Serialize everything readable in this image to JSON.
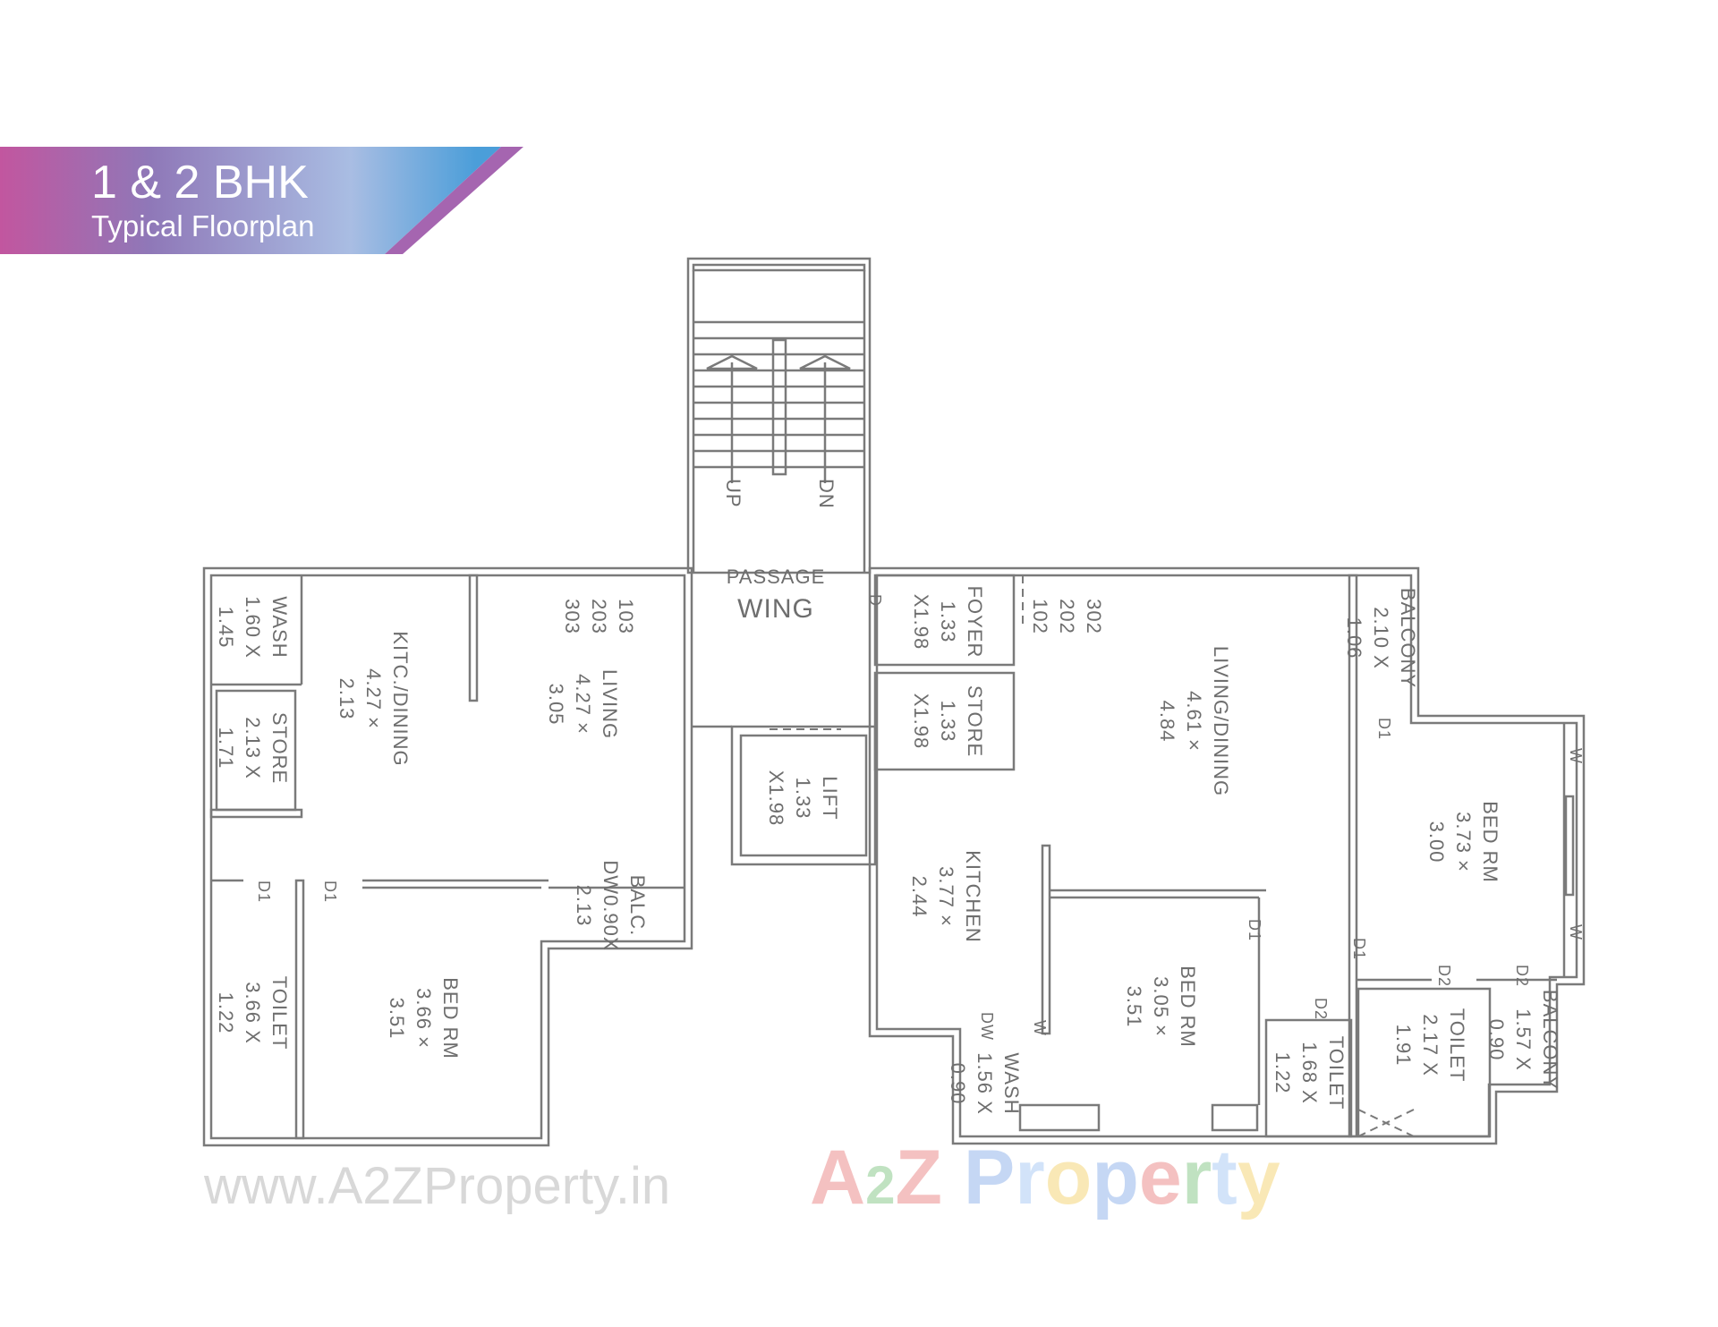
{
  "header": {
    "title": "1 & 2 BHK",
    "subtitle": "Typical Floorplan",
    "gradient_colors": [
      "#c2569f",
      "#8f78b8",
      "#a9bde3",
      "#4b9ed9"
    ]
  },
  "watermarks": {
    "url": "www.A2ZProperty.in",
    "logo": "A2Z Property"
  },
  "stair": {
    "up": "UP",
    "dn": "DN"
  },
  "passage": {
    "line1": "PASSAGE",
    "line2": "WING"
  },
  "rooms": [
    {
      "id": "wash-1",
      "lines": [
        "WASH",
        "1.60 X",
        "1.45"
      ]
    },
    {
      "id": "store-1",
      "lines": [
        "STORE",
        "2.13 X",
        "1.71"
      ]
    },
    {
      "id": "kitchen-dining-1",
      "lines": [
        "KITC./DINING",
        "4.27 ×",
        "2.13"
      ]
    },
    {
      "id": "flat-numbers-1",
      "lines": [
        "103",
        "203",
        "303"
      ]
    },
    {
      "id": "living-1",
      "lines": [
        "LIVING",
        "4.27 ×",
        "3.05"
      ]
    },
    {
      "id": "toilet-1",
      "lines": [
        "TOILET",
        "3.66 X",
        "1.22"
      ]
    },
    {
      "id": "bedroom-1",
      "lines": [
        "BED RM",
        "3.66 ×",
        "3.51"
      ]
    },
    {
      "id": "balcony-1",
      "lines": [
        "BALC.",
        "DW0.90X",
        "2.13"
      ]
    },
    {
      "id": "lift",
      "lines": [
        "LIFT",
        "1.33",
        "X1.98"
      ]
    },
    {
      "id": "foyer-2",
      "lines": [
        "FOYER",
        "1.33",
        "X1.98"
      ]
    },
    {
      "id": "store-2",
      "lines": [
        "STORE",
        "1.33",
        "X1.98"
      ]
    },
    {
      "id": "flat-numbers-2",
      "lines": [
        "302",
        "202",
        "102"
      ]
    },
    {
      "id": "living-dining-2",
      "lines": [
        "LIVING/DINING",
        "4.61 ×",
        "4.84"
      ]
    },
    {
      "id": "balcony-2",
      "lines": [
        "BALCONY",
        "2.10 X",
        "1.06"
      ]
    },
    {
      "id": "bedroom-2a",
      "lines": [
        "BED RM",
        "3.73 ×",
        "3.00"
      ]
    },
    {
      "id": "kitchen-2",
      "lines": [
        "KITCHEN",
        "3.77 ×",
        "2.44"
      ]
    },
    {
      "id": "bedroom-2b",
      "lines": [
        "BED RM",
        "3.05 ×",
        "3.51"
      ]
    },
    {
      "id": "wash-2",
      "lines": [
        "WASH",
        "1.56 X",
        "0.90"
      ]
    },
    {
      "id": "toilet-2a",
      "lines": [
        "TOILET",
        "1.68 X",
        "1.22"
      ]
    },
    {
      "id": "toilet-2b",
      "lines": [
        "TOILET",
        "2.17 X",
        "1.91"
      ]
    },
    {
      "id": "balcony-2b",
      "lines": [
        "BALCONY",
        "1.57 X",
        "0.90"
      ]
    }
  ],
  "markers": [
    "D1",
    "D1",
    "D",
    "D1",
    "W",
    "W",
    "D1",
    "D1",
    "D2",
    "D2",
    "D2",
    "DW",
    "W"
  ]
}
